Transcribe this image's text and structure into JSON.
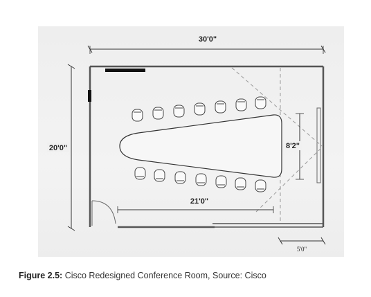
{
  "diagram": {
    "dimensions": {
      "width_total": "30'0\"",
      "height_total": "20'0\"",
      "table_length": "21'0\"",
      "table_end_width": "8'2\"",
      "offset": "5'0\""
    }
  },
  "caption": {
    "label": "Figure 2.5:",
    "text": " Cisco Redesigned Conference Room, Source: Cisco"
  }
}
